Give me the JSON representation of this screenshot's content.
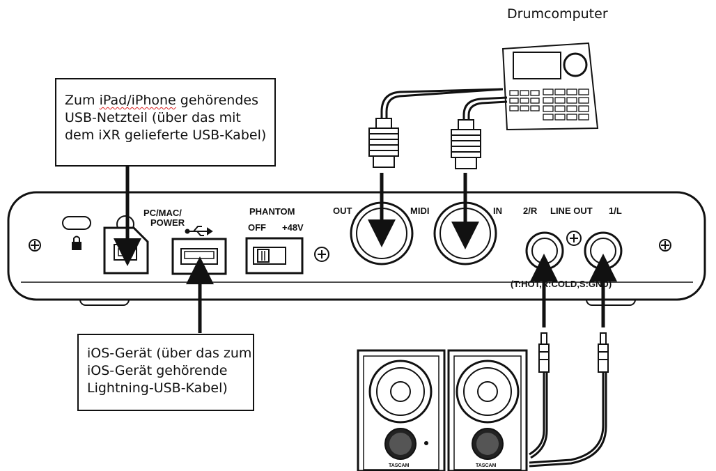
{
  "drum_machine_label": "Drumcomputer",
  "power_box": {
    "line1_a": "Zum ",
    "line1_b": "iPad/iPhone",
    "line1_c": "  gehörendes",
    "line2": "USB-Netzteil (über das mit",
    "line3": "dem iXR gelieferte USB-Kabel)"
  },
  "ios_box": {
    "line1": "iOS-Gerät (über das zum",
    "line2": "iOS-Gerät gehörende",
    "line3": "Lightning-USB-Kabel)"
  },
  "panel": {
    "pc_mac": "PC/MAC/",
    "power": "POWER",
    "phantom": "PHANTOM",
    "off": "OFF",
    "plus48v": "+48V",
    "out": "OUT",
    "midi": "MIDI",
    "in": "IN",
    "ch2r": "2/R",
    "line_out": "LINE OUT",
    "ch1l": "1/L",
    "wiring": "(T:HOT,R:COLD,S:GND)",
    "speaker_brand": "TASCAM"
  },
  "icons": [
    "lock-icon",
    "usb-icon",
    "screw-icon"
  ]
}
